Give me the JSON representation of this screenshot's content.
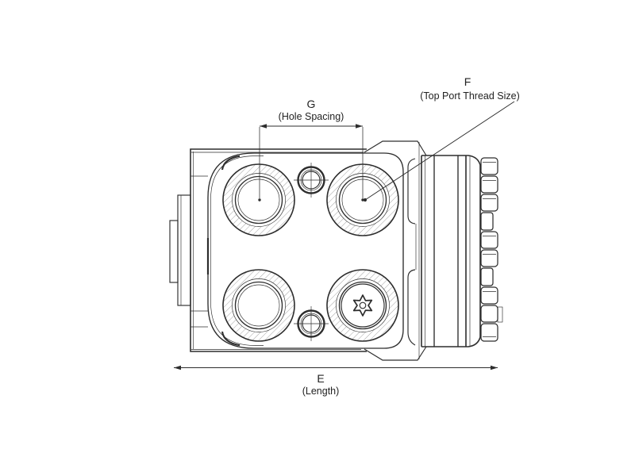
{
  "drawing": {
    "dimensions": {
      "g": {
        "symbol": "G",
        "label": "(Hole Spacing)"
      },
      "f": {
        "symbol": "F",
        "label": "(Top Port Thread Size)"
      },
      "e": {
        "symbol": "E",
        "label": "(Length)"
      }
    },
    "colors": {
      "line": "#2d2d2d",
      "text": "#222222",
      "background": "#ffffff"
    }
  }
}
